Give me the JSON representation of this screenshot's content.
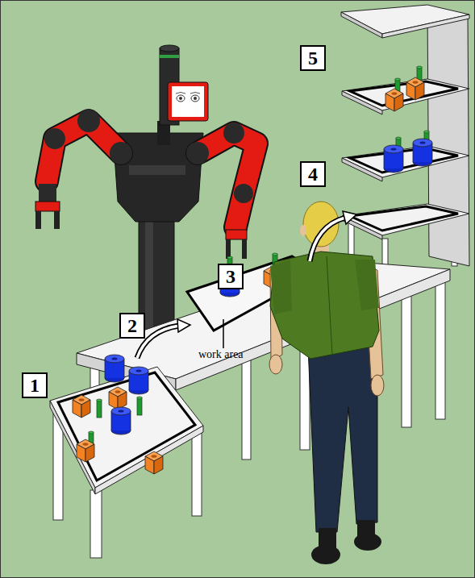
{
  "diagram": {
    "nodes": [
      {
        "text": [
          "1"
        ]
      },
      {
        "text": [
          "2"
        ]
      },
      {
        "text": [
          "3"
        ]
      },
      {
        "text": [
          "4"
        ]
      },
      {
        "text": [
          "5"
        ]
      }
    ],
    "labels": [
      "work area"
    ]
  }
}
